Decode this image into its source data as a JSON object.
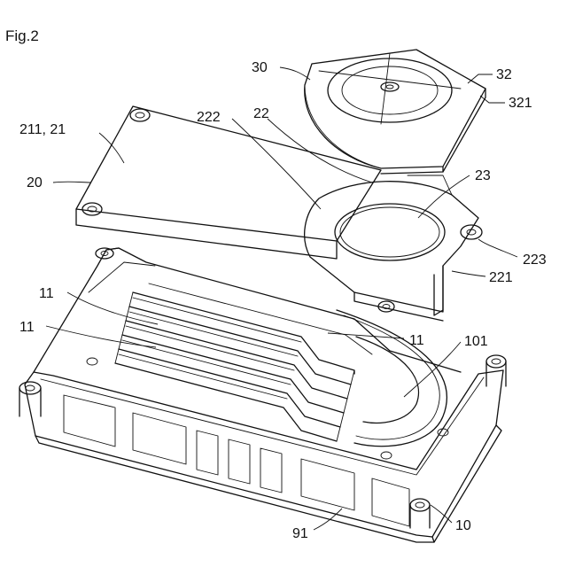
{
  "figure": {
    "title": "Fig.2",
    "labels": {
      "fan": "30",
      "fan_cover": "32",
      "fan_cover_rim": "321",
      "top_plate": "211, 21",
      "duct_left_edge": "222",
      "duct": "22",
      "heat_spreader": "20",
      "duct_opening": "23",
      "duct_boss": "223",
      "duct_body": "221",
      "fins_upper": "11",
      "fins_lower": "11",
      "fins_right": "11",
      "chamber": "101",
      "base_wall": "91",
      "base": "10"
    }
  }
}
